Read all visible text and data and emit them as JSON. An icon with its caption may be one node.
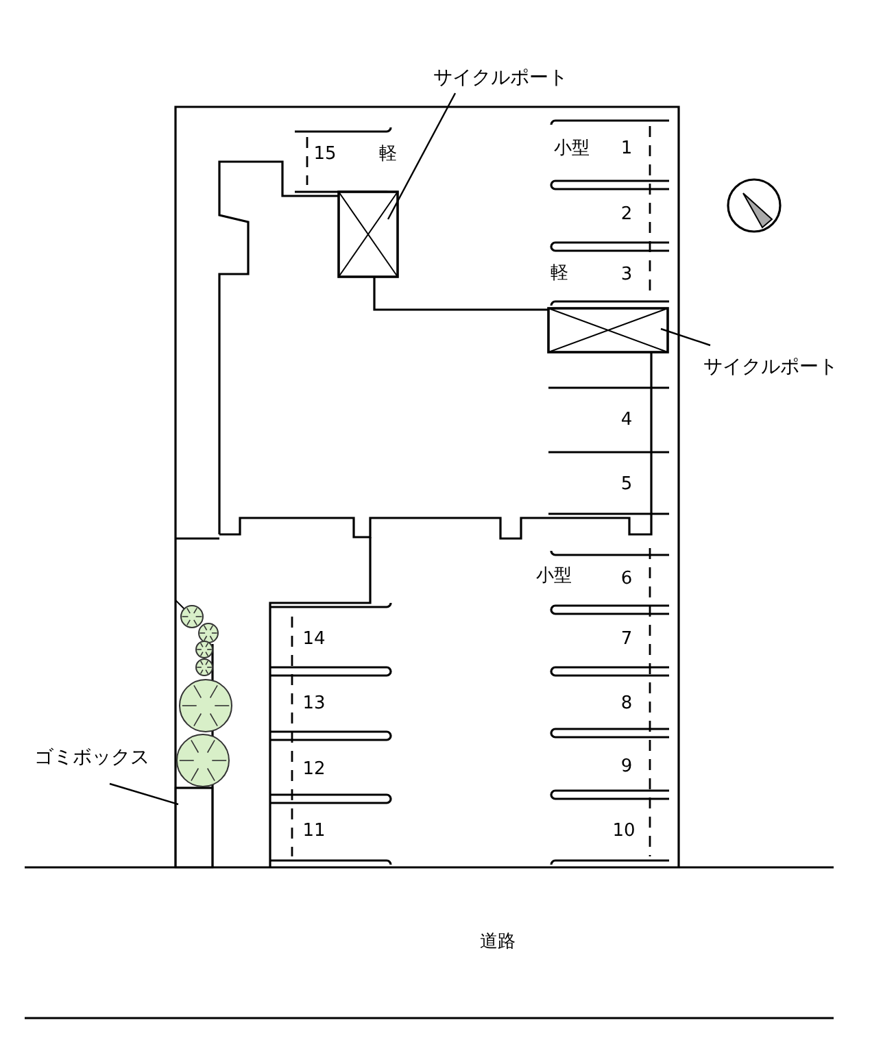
{
  "diagram": {
    "nodes": [
      {
        "text": [
          "サイクルポート"
        ]
      },
      {
        "text": [],
        "shape": "box"
      },
      {
        "text": [
          "サイクルポート"
        ]
      },
      {
        "text": [],
        "shape": "box"
      },
      {
        "text": [
          "ゴミボックス"
        ]
      },
      {
        "text": [],
        "shape": "box"
      }
    ],
    "edges": [
      {
        "from": 0,
        "to": 1,
        "arrow": "none"
      },
      {
        "from": 2,
        "to": 3,
        "arrow": "none"
      },
      {
        "from": 4,
        "to": 5,
        "arrow": "none"
      }
    ],
    "labels": [
      "15",
      "軽",
      "小型",
      "1",
      "2",
      "軽",
      "3",
      "4",
      "5",
      "小型",
      "6",
      "14",
      "7",
      "13",
      "8",
      "12",
      "9",
      "11",
      "10",
      "道路"
    ]
  }
}
